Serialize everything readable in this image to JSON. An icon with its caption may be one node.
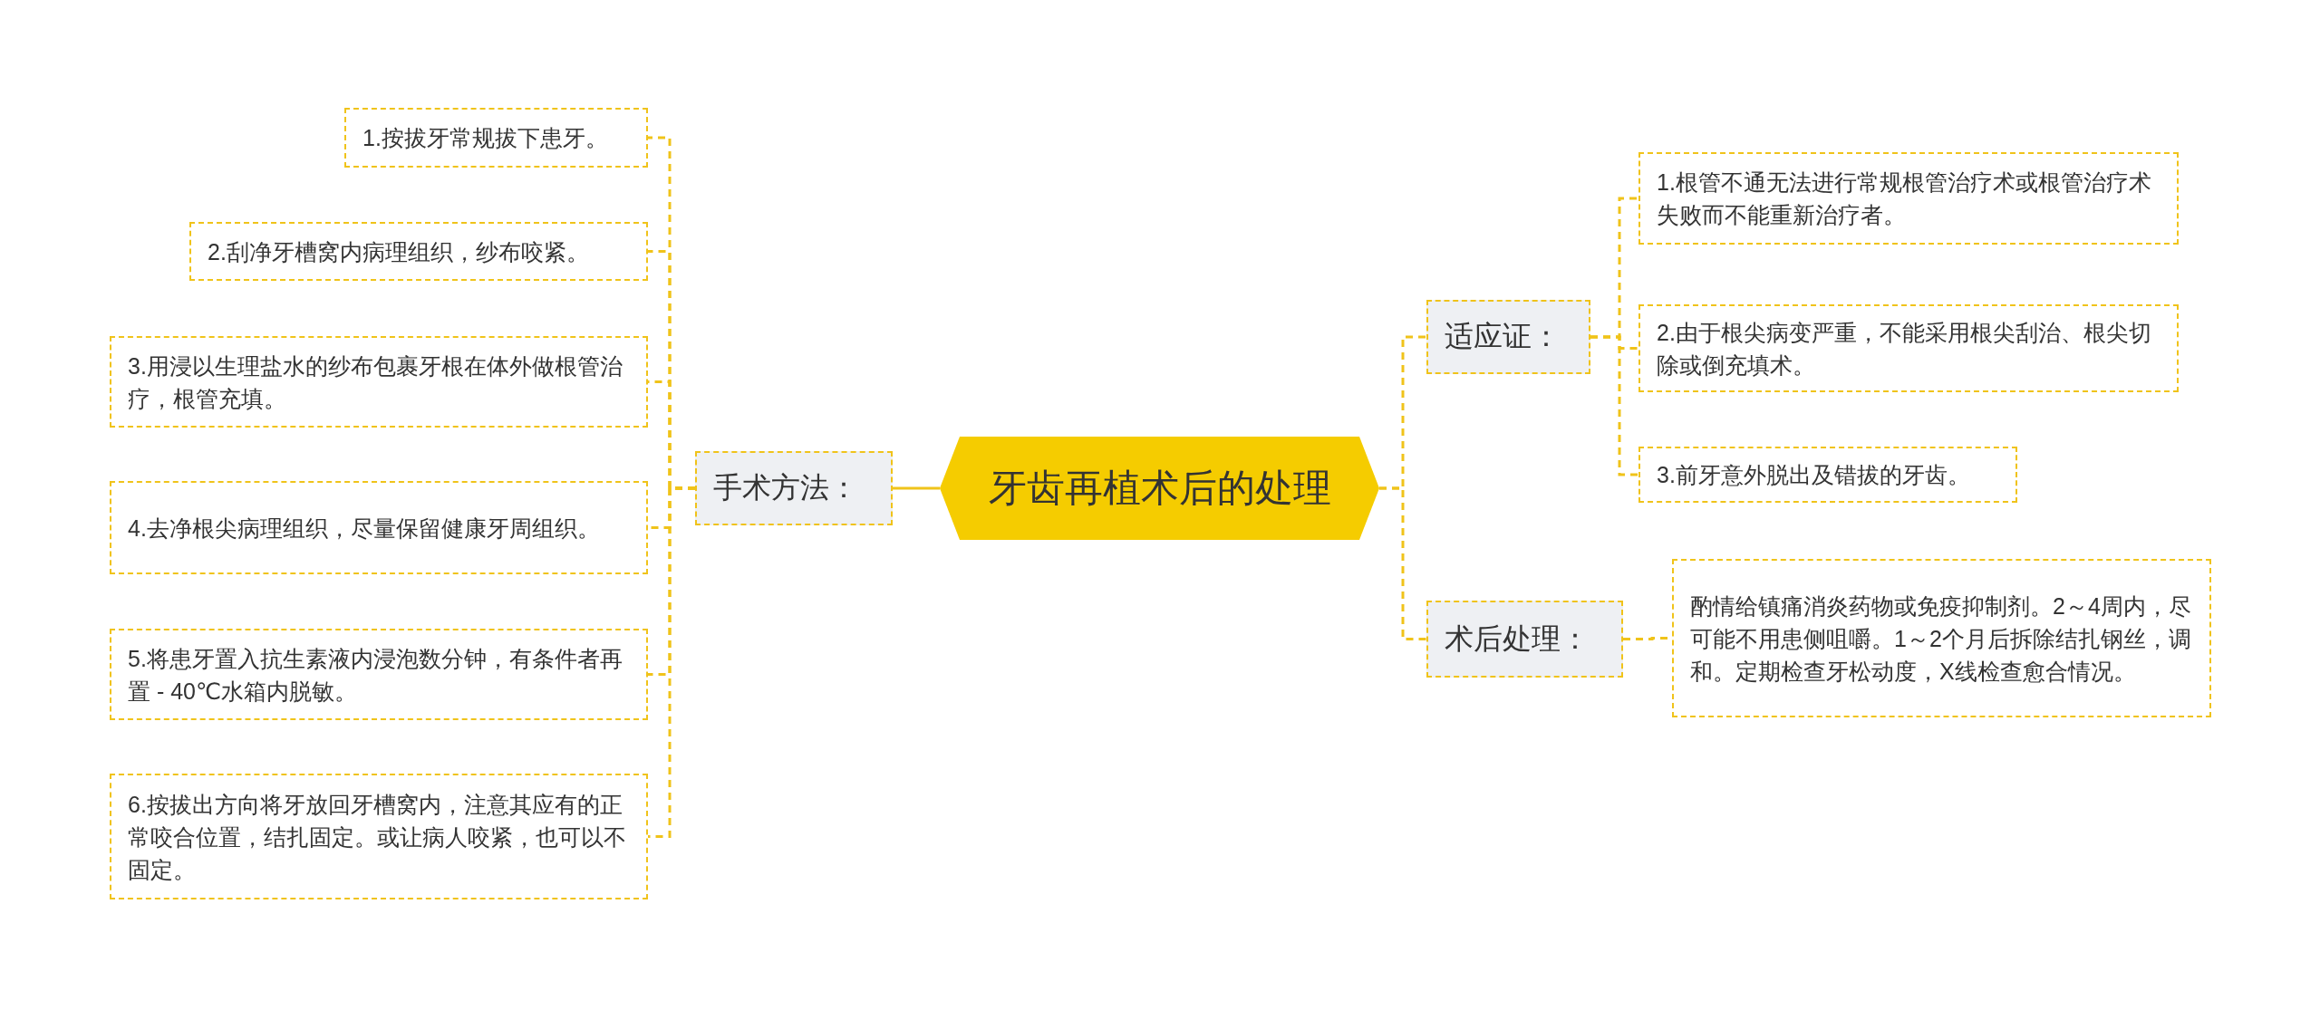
{
  "diagram": {
    "nodes": [
      {
        "text": [
          "牙齿再植术后的处理"
        ]
      },
      {
        "text": [
          "手术方法："
        ]
      },
      {
        "text": [
          "1.按拔牙常规拔下患牙。"
        ]
      },
      {
        "text": [
          "2.刮净牙槽窝内病理组织，纱布咬紧。"
        ]
      },
      {
        "text": [
          "3.用浸以生理盐水的纱布包裹牙根在体外做根管治疗，根管充填。"
        ]
      },
      {
        "text": [
          "4.去净根尖病理组织，尽量保留健康牙周组织。"
        ]
      },
      {
        "text": [
          "5.将患牙置入抗生素液内浸泡数分钟，有条件者再置 - 40℃水箱内脱敏。"
        ]
      },
      {
        "text": [
          "6.按拔出方向将牙放回牙槽窝内，注意其应有的正常咬合位置，结扎固定。或让病人咬紧，也可以不固定。"
        ]
      },
      {
        "text": [
          "适应证："
        ]
      },
      {
        "text": [
          "1.根管不通无法进行常规根管治疗术或根管治疗术失败而不能重新治疗者。"
        ]
      },
      {
        "text": [
          "2.由于根尖病变严重，不能采用根尖刮治、根尖切除或倒充填术。"
        ]
      },
      {
        "text": [
          "3.前牙意外脱出及错拔的牙齿。"
        ]
      },
      {
        "text": [
          "术后处理："
        ]
      },
      {
        "text": [
          "酌情给镇痛消炎药物或免疫抑制剂。2～4周内，尽可能不用患侧咀嚼。1～2个月后拆除结扎钢丝，调和。定期检查牙松动度，X线检查愈合情况。"
        ]
      }
    ],
    "edges": [
      {
        "from": 0,
        "to": 1,
        "arrow": "none"
      },
      {
        "from": 1,
        "to": 2,
        "arrow": "none",
        "style": "dashed"
      },
      {
        "from": 1,
        "to": 3,
        "arrow": "none",
        "style": "dashed"
      },
      {
        "from": 1,
        "to": 4,
        "arrow": "none",
        "style": "dashed"
      },
      {
        "from": 1,
        "to": 5,
        "arrow": "none",
        "style": "dashed"
      },
      {
        "from": 1,
        "to": 6,
        "arrow": "none",
        "style": "dashed"
      },
      {
        "from": 1,
        "to": 7,
        "arrow": "none",
        "style": "dashed"
      },
      {
        "from": 0,
        "to": 8,
        "arrow": "none",
        "style": "dashed"
      },
      {
        "from": 8,
        "to": 9,
        "arrow": "none",
        "style": "dashed"
      },
      {
        "from": 8,
        "to": 10,
        "arrow": "none",
        "style": "dashed"
      },
      {
        "from": 8,
        "to": 11,
        "arrow": "none",
        "style": "dashed"
      },
      {
        "from": 0,
        "to": 12,
        "arrow": "none",
        "style": "dashed"
      },
      {
        "from": 12,
        "to": 13,
        "arrow": "none",
        "style": "dashed"
      }
    ]
  }
}
